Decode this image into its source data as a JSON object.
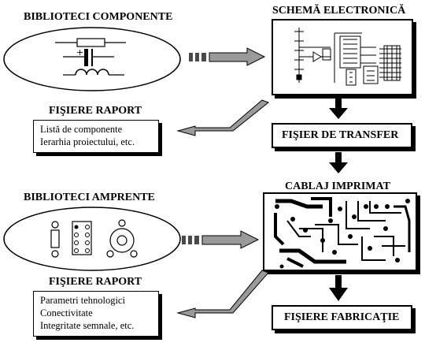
{
  "labels": {
    "lib_components": "BIBLIOTECI COMPONENTE",
    "schematic": "SCHEMĂ ELECTRONICĂ",
    "report_files_1": "FIŞIERE RAPORT",
    "transfer_file": "FIŞIER DE TRANSFER",
    "lib_footprints": "BIBLIOTECI AMPRENTE",
    "pcb": "CABLAJ  IMPRIMAT",
    "report_files_2": "FIŞIERE RAPORT",
    "fabrication_files": "FIŞIERE FABRICAŢIE"
  },
  "report1_lines": [
    "Listă de componente",
    "Ierarhia proiectului, etc."
  ],
  "report2_lines": [
    "Parametri tehnologici",
    "Conectivitate",
    "Integritate semnale, etc."
  ],
  "colors": {
    "arrow_fill": "#9a9a9a",
    "dash_block": "#4a4a4a",
    "stroke": "#000000"
  }
}
